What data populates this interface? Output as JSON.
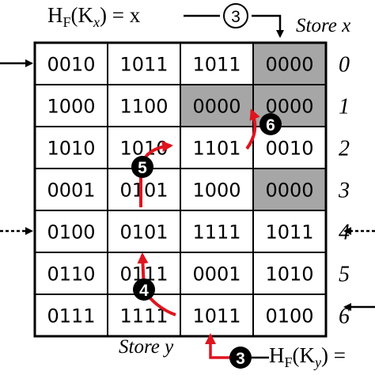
{
  "table": {
    "rows": [
      {
        "index": "0",
        "cells": [
          "0010",
          "1011",
          "1011",
          "0000"
        ],
        "shaded": [
          false,
          false,
          false,
          true
        ]
      },
      {
        "index": "1",
        "cells": [
          "1000",
          "1100",
          "0000",
          "0000"
        ],
        "shaded": [
          false,
          false,
          true,
          true
        ]
      },
      {
        "index": "2",
        "cells": [
          "1010",
          "1010",
          "1101",
          "0010"
        ],
        "shaded": [
          false,
          false,
          false,
          false
        ]
      },
      {
        "index": "3",
        "cells": [
          "0001",
          "0101",
          "1000",
          "0000"
        ],
        "shaded": [
          false,
          false,
          false,
          true
        ]
      },
      {
        "index": "4",
        "cells": [
          "0100",
          "0101",
          "1111",
          "1011"
        ],
        "shaded": [
          false,
          false,
          false,
          false
        ]
      },
      {
        "index": "5",
        "cells": [
          "0110",
          "0111",
          "0001",
          "1010"
        ],
        "shaded": [
          false,
          false,
          false,
          false
        ]
      },
      {
        "index": "6",
        "cells": [
          "0111",
          "1111",
          "1011",
          "0100"
        ],
        "shaded": [
          false,
          false,
          false,
          false
        ]
      }
    ]
  },
  "top_formula": {
    "prefix": "H",
    "subscript": "F",
    "open": "(K",
    "key_sub": "x",
    "rest": ") = x"
  },
  "bottom_formula": {
    "prefix": "H",
    "subscript": "F",
    "open": "(K",
    "key_sub": "y",
    "rest": ") ="
  },
  "store_x_label": "Store x",
  "store_y_label": "Store y",
  "steps": [
    {
      "id": "3",
      "style": "light"
    },
    {
      "id": "3",
      "style": "dark"
    },
    {
      "id": "4",
      "style": "dark"
    },
    {
      "id": "5",
      "style": "dark"
    },
    {
      "id": "6",
      "style": "dark"
    }
  ],
  "colors": {
    "grid_line": "#000000",
    "shaded_cell": "#a6a6a6",
    "flow_arrow": "#e0141e",
    "pointer_arrow": "#000000"
  }
}
